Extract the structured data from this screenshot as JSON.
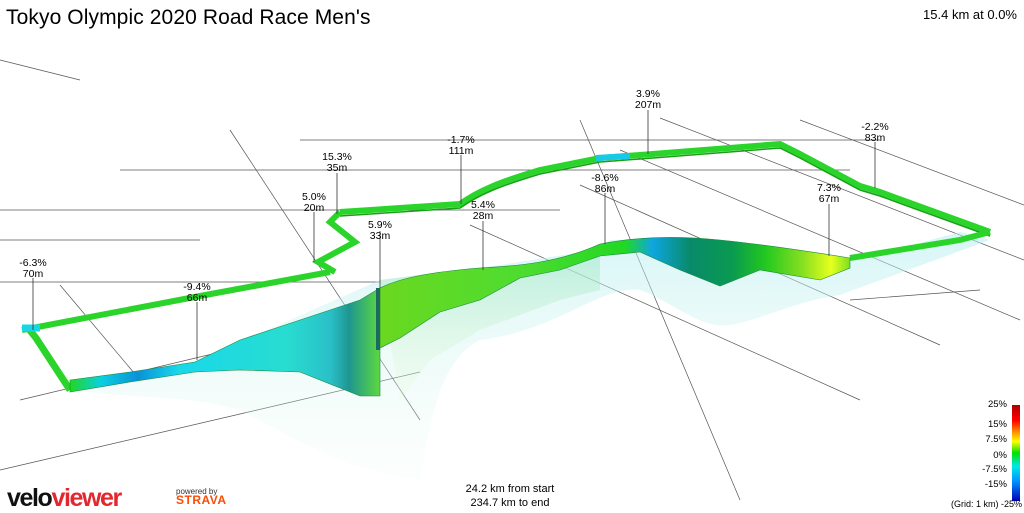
{
  "title": "Tokyo Olympic 2020 Road Race Men's",
  "cursor_readout": "15.4 km at 0.0%",
  "footer": {
    "from_start": "24.2 km from start",
    "to_end": "234.7 km to end"
  },
  "branding": {
    "logo_velo": "velo",
    "logo_viewer": "viewer",
    "powered_by": "powered by",
    "strava": "STRAVA"
  },
  "legend": {
    "labels": [
      "25%",
      "15%",
      "7.5%",
      "0%",
      "-7.5%",
      "-15%",
      "-25%"
    ],
    "grid_note": "(Grid: 1 km)"
  },
  "annotations": [
    {
      "grade": "-6.3%",
      "elev": "70m"
    },
    {
      "grade": "-9.4%",
      "elev": "66m"
    },
    {
      "grade": "5.0%",
      "elev": "20m"
    },
    {
      "grade": "15.3%",
      "elev": "35m"
    },
    {
      "grade": "5.9%",
      "elev": "33m"
    },
    {
      "grade": "-1.7%",
      "elev": "111m"
    },
    {
      "grade": "5.4%",
      "elev": "28m"
    },
    {
      "grade": "-8.6%",
      "elev": "86m"
    },
    {
      "grade": "3.9%",
      "elev": "207m"
    },
    {
      "grade": "7.3%",
      "elev": "67m"
    },
    {
      "grade": "-2.2%",
      "elev": "83m"
    }
  ],
  "colors": {
    "ribbon_green": "#22dd22",
    "ribbon_cyan": "#18d6e6",
    "ribbon_blue": "#1aa0e8",
    "ribbon_teal": "#0aa080",
    "ribbon_yellow": "#e4ff1e",
    "grid_line": "#444444",
    "logo_red": "#e3272f",
    "strava_orange": "#fc4c02"
  }
}
